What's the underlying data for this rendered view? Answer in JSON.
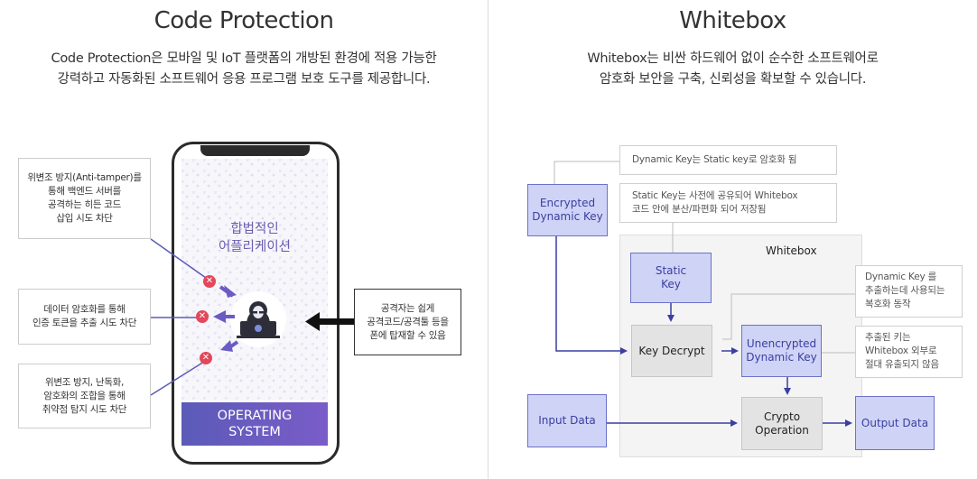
{
  "left": {
    "title": "Code Protection",
    "description_line1": "Code Protection은 모바일 및 IoT 플랫폼의 개방된 환경에 적용 가능한",
    "description_line2": "강력하고 자동화된 소프트웨어 응용 프로그램 보호 도구를 제공합니다.",
    "notes": [
      "위변조 방지(Anti-tamper)를\n통해 백엔드 서버를\n공격하는 히든 코드\n삽입 시도 차단",
      "데이터 암호화를 통해\n인증 토큰을 추출 시도 차단",
      "위변조 방지, 난독화,\n암호화의 조합을 통해\n취약점 탐지 시도 차단"
    ],
    "attacker_note": "공격자는 쉽게\n공격코드/공격툴 등을\n폰에 탑재할 수 있음",
    "app_line1": "합법적인",
    "app_line2": "어플리케이션",
    "os_label": "OPERATING\nSYSTEM",
    "icons": [
      "block-x-icon",
      "hacker-laptop-icon",
      "arrow-left-icon"
    ]
  },
  "right": {
    "title": "Whitebox",
    "description_line1": "Whitebox는 비싼 하드웨어 없이 순수한 소프트웨어로",
    "description_line2": "암호화 보안을 구축, 신뢰성을 확보할 수 있습니다.",
    "container_label": "Whitebox",
    "boxes": {
      "encrypted_key": "Encrypted\nDynamic Key",
      "static_key": "Static\nKey",
      "key_decrypt": "Key Decrypt",
      "unencrypted_key": "Unencrypted\nDynamic Key",
      "input_data": "Input Data",
      "crypto_operation": "Crypto\nOperation",
      "output_data": "Output Data"
    },
    "notes": {
      "dynamic_key_note": "Dynamic Key는 Static key로 암호화 됨",
      "static_key_note": "Static Key는 사전에 공유되어 Whitebox\n코드 안에 분산/파편화 되어 저장됨",
      "decrypt_note": "Dynamic Key 를\n추출하는데 사용되는\n복호화 동작",
      "unencrypted_note": "추출된 키는\nWhitebox 외부로\n절대 유출되지 않음"
    },
    "colors": {
      "blue_fill": "#cfd3f6",
      "blue_border": "#6c72c8",
      "arrow": "#3a3fa0"
    }
  }
}
